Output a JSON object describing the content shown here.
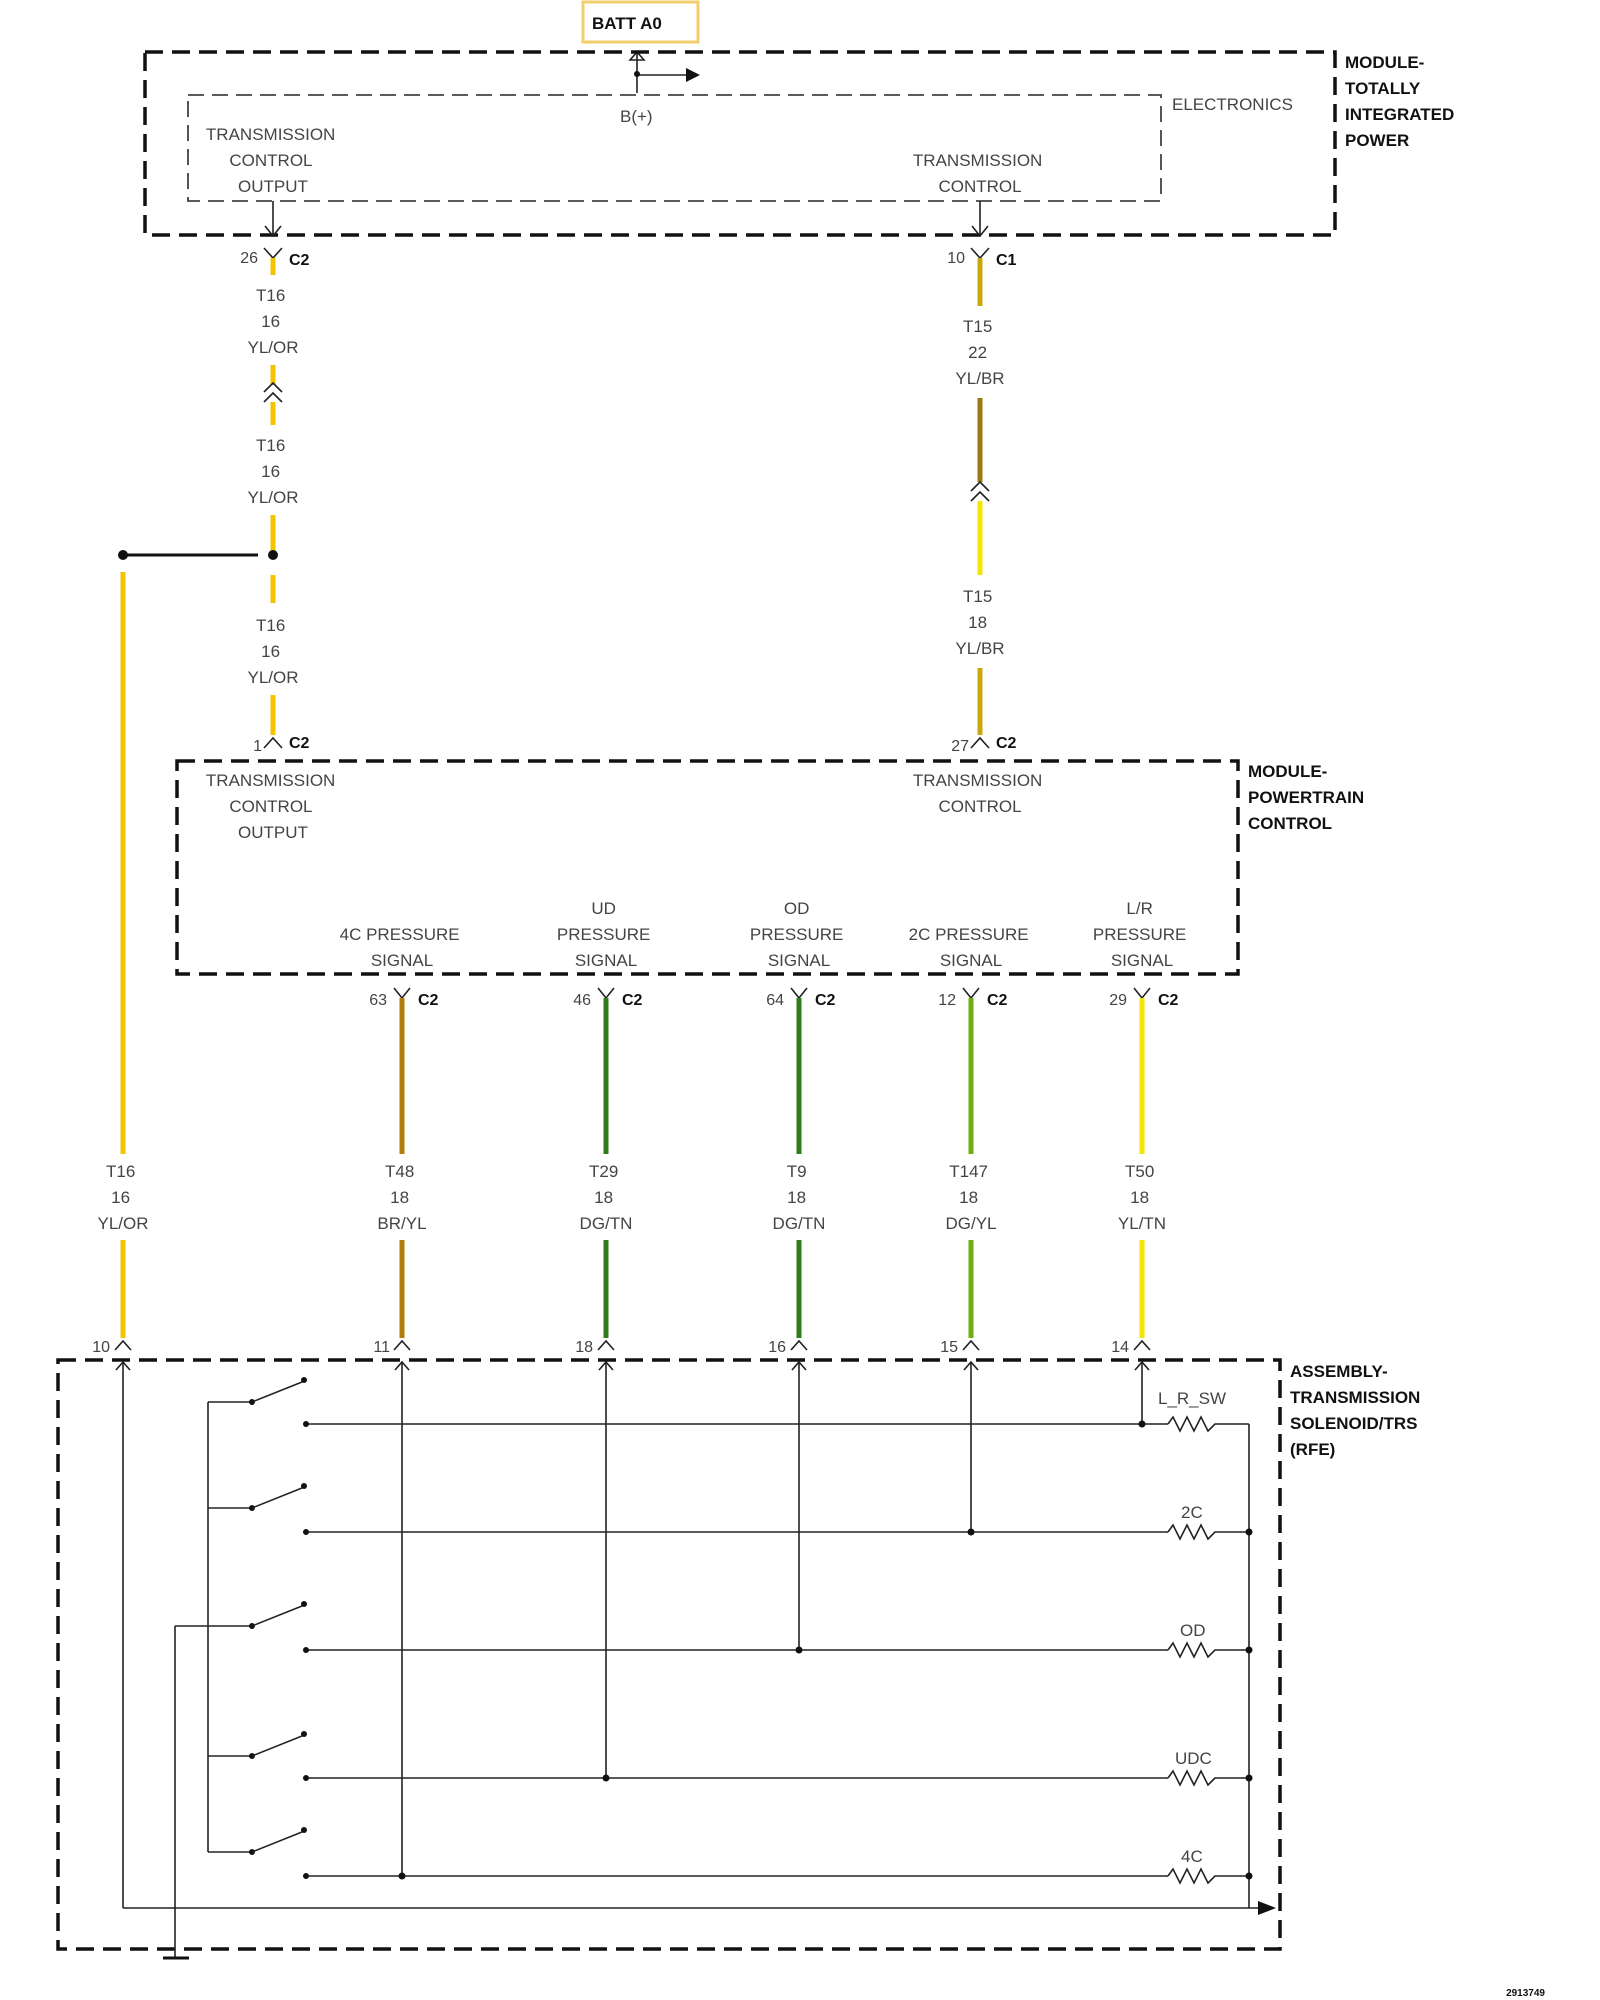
{
  "diagram_id": "2913749",
  "battery": {
    "label": "BATT A0",
    "b_plus": "B(+)"
  },
  "tipm": {
    "title": [
      "MODULE-",
      "TOTALLY",
      "INTEGRATED",
      "POWER"
    ],
    "electronics": "ELECTRONICS",
    "left_func": [
      "TRANSMISSION",
      "CONTROL",
      "OUTPUT"
    ],
    "right_func": [
      "TRANSMISSION",
      "CONTROL"
    ]
  },
  "pcm": {
    "title": [
      "MODULE-",
      "POWERTRAIN",
      "CONTROL"
    ],
    "left_func": [
      "TRANSMISSION",
      "CONTROL",
      "OUTPUT"
    ],
    "right_func": [
      "TRANSMISSION",
      "CONTROL"
    ],
    "signals": [
      [
        "4C PRESSURE",
        "SIGNAL"
      ],
      [
        "UD",
        "PRESSURE",
        "SIGNAL"
      ],
      [
        "OD",
        "PRESSURE",
        "SIGNAL"
      ],
      [
        "2C PRESSURE",
        "SIGNAL"
      ],
      [
        "L/R",
        "PRESSURE",
        "SIGNAL"
      ]
    ]
  },
  "solenoid_assembly": {
    "title": [
      "ASSEMBLY-",
      "TRANSMISSION",
      "SOLENOID/TRS",
      "(RFE)"
    ],
    "solenoids": [
      "L_R_SW",
      "2C",
      "OD",
      "UDC",
      "4C"
    ]
  },
  "pins": {
    "tipm_c2": {
      "pin": "26",
      "conn": "C2"
    },
    "tipm_c1": {
      "pin": "10",
      "conn": "C1"
    },
    "pcm_in_left": {
      "pin": "1",
      "conn": "C2"
    },
    "pcm_in_right": {
      "pin": "27",
      "conn": "C2"
    },
    "pcm_out": [
      {
        "pin": "63",
        "conn": "C2"
      },
      {
        "pin": "46",
        "conn": "C2"
      },
      {
        "pin": "64",
        "conn": "C2"
      },
      {
        "pin": "12",
        "conn": "C2"
      },
      {
        "pin": "29",
        "conn": "C2"
      }
    ],
    "assembly": [
      "10",
      "11",
      "18",
      "16",
      "15",
      "14"
    ]
  },
  "wires": {
    "t16_top": [
      "T16",
      "16",
      "YL/OR"
    ],
    "t16_mid": [
      "T16",
      "16",
      "YL/OR"
    ],
    "t16_low": [
      "T16",
      "16",
      "YL/OR"
    ],
    "t15_top": [
      "T15",
      "22",
      "YL/BR"
    ],
    "t15_low": [
      "T15",
      "18",
      "YL/BR"
    ],
    "bottom": [
      [
        "T16",
        "16",
        "YL/OR"
      ],
      [
        "T48",
        "18",
        "BR/YL"
      ],
      [
        "T29",
        "18",
        "DG/TN"
      ],
      [
        "T9",
        "18",
        "DG/TN"
      ],
      [
        "T147",
        "18",
        "DG/YL"
      ],
      [
        "T50",
        "18",
        "YL/TN"
      ]
    ]
  },
  "colors": {
    "yellow": "#f2c500",
    "yellow_bright": "#f5e600",
    "dark_green": "#2e7d1a",
    "green_yellow": "#6fae12",
    "brown_yellow": "#b07e0c",
    "yellow_brown": "#c9a80a",
    "batt_border": "#f0cf6a"
  }
}
